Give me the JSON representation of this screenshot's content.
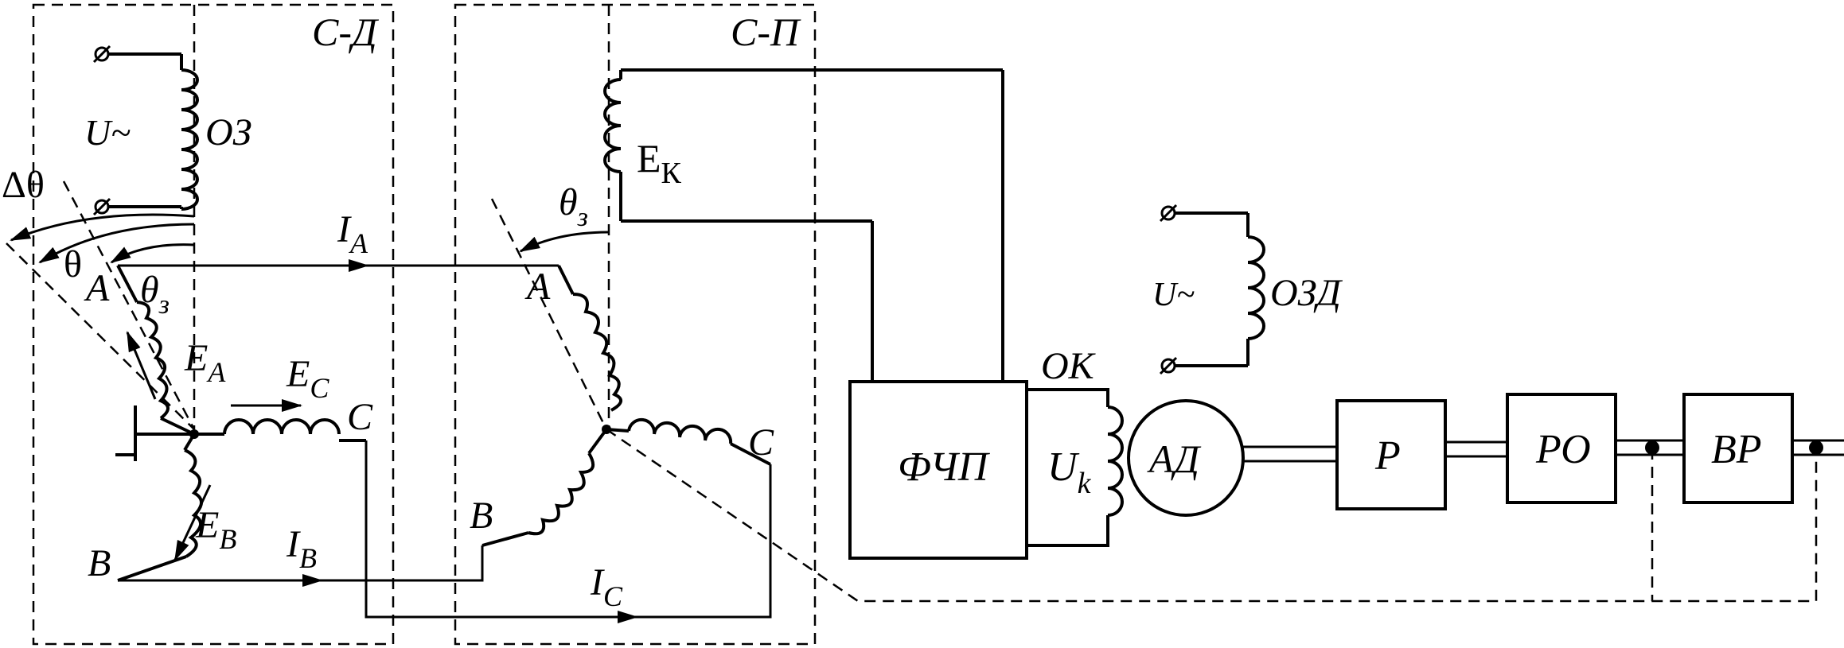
{
  "regions": {
    "sd": "С-Д",
    "sp": "С-П"
  },
  "labels": {
    "u_sd": "U~",
    "oz": "ОЗ",
    "delta_theta": "Δθ",
    "theta": "θ",
    "theta_z_sd": "θ",
    "theta_z_sd_sub": "з",
    "ia": "I",
    "ia_sub": "A",
    "a_sd": "A",
    "ea": "E",
    "ea_sub": "A",
    "ec": "E",
    "ec_sub": "C",
    "c_sd": "C",
    "eb": "E",
    "eb_sub": "B",
    "b_sd": "B",
    "ib": "I",
    "ib_sub": "B",
    "ic": "I",
    "ic_sub": "C",
    "ek": "E",
    "ek_sub": "К",
    "theta_z_sp": "θ",
    "theta_z_sp_sub": "з",
    "a_sp": "A",
    "b_sp": "B",
    "c_sp": "C",
    "u_ozd": "U~",
    "ozd": "ОЗД",
    "ok": "ОК",
    "uk": "U",
    "uk_sub": "k"
  },
  "blocks": {
    "fchp": "ФЧП",
    "ad": "АД",
    "r": "Р",
    "ro": "РО",
    "vr": "ВР"
  }
}
